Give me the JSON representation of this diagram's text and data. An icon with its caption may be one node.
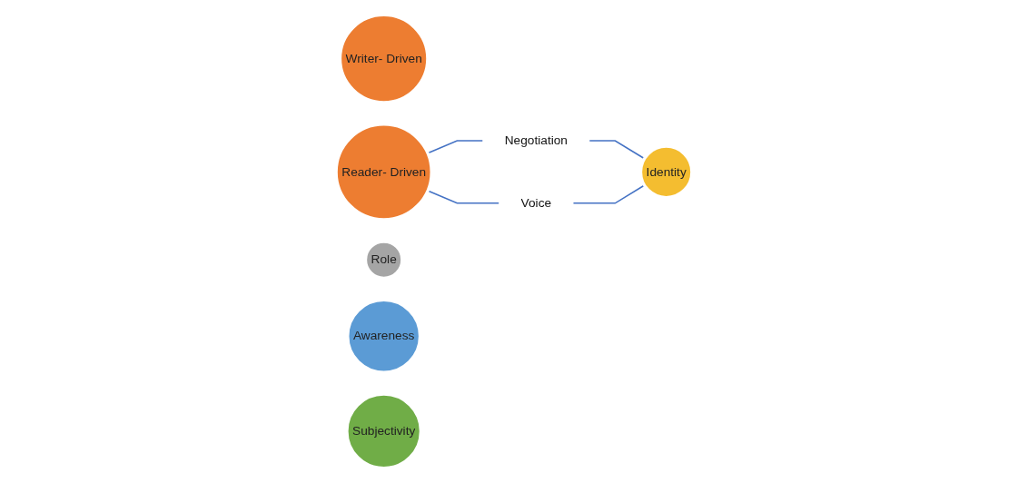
{
  "diagram": {
    "nodes": [
      {
        "text": [
          "Writer- Driven"
        ]
      },
      {
        "text": [
          "Reader- Driven"
        ]
      },
      {
        "text": [
          "Negotiation"
        ]
      },
      {
        "text": [
          "Voice"
        ]
      },
      {
        "text": [
          "Identity"
        ]
      },
      {
        "text": [
          "Role"
        ]
      },
      {
        "text": [
          "Awareness"
        ]
      },
      {
        "text": [
          "Subjectivity"
        ]
      }
    ],
    "edges": [
      {
        "from": 1,
        "to": 2,
        "arrow": "none"
      },
      {
        "from": 1,
        "to": 3,
        "arrow": "none"
      },
      {
        "from": 2,
        "to": 4,
        "arrow": "none"
      },
      {
        "from": 3,
        "to": 4,
        "arrow": "none"
      }
    ]
  }
}
